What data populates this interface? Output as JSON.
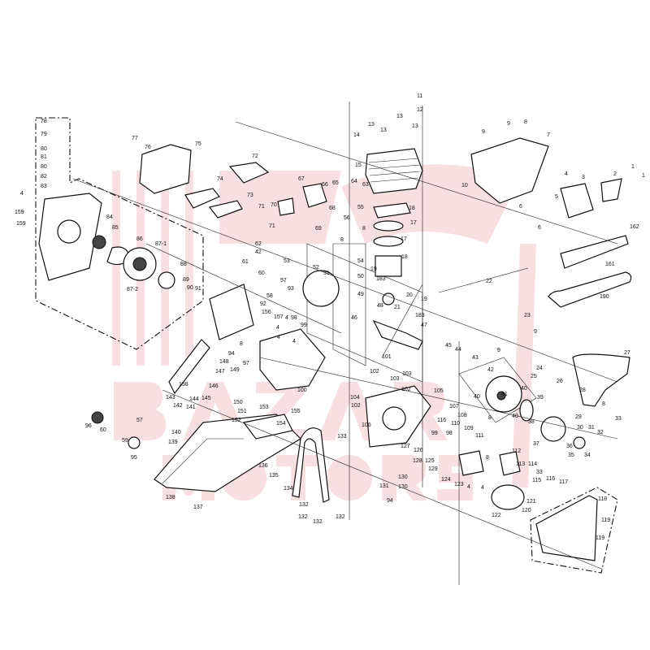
{
  "diagram": {
    "title": "Chainsaw exploded parts diagram",
    "watermark": [
      "BAZAR",
      "MOTORS"
    ],
    "watermark_color": "#f3c4c8",
    "part_labels": [
      "78",
      "79",
      "80",
      "81",
      "80",
      "82",
      "83",
      "4",
      "159",
      "159",
      "84",
      "85",
      "86",
      "87-1",
      "88",
      "87-2",
      "89",
      "90",
      "91",
      "77",
      "76",
      "75",
      "72",
      "74",
      "73",
      "67",
      "66",
      "71",
      "70",
      "71",
      "69",
      "62",
      "42",
      "61",
      "53",
      "60",
      "57",
      "93",
      "58",
      "52",
      "51",
      "92",
      "156",
      "157",
      "4",
      "98",
      "99",
      "4",
      "4",
      "4",
      "94",
      "97",
      "8",
      "11",
      "12",
      "13",
      "13",
      "13",
      "13",
      "14",
      "15",
      "65",
      "64",
      "63",
      "68",
      "55",
      "56",
      "8",
      "8",
      "54",
      "50",
      "19",
      "183",
      "18",
      "17",
      "17",
      "18",
      "19",
      "20",
      "21",
      "183",
      "48",
      "49",
      "46",
      "47",
      "22",
      "10",
      "9",
      "9",
      "8",
      "7",
      "4",
      "3",
      "2",
      "1",
      "1",
      "5",
      "6",
      "6",
      "162",
      "161",
      "190",
      "23",
      "9",
      "9",
      "45",
      "44",
      "43",
      "42",
      "40",
      "41",
      "40",
      "39",
      "40",
      "38",
      "27",
      "26",
      "28",
      "8",
      "29",
      "30",
      "31",
      "32",
      "33",
      "37",
      "36",
      "35",
      "34",
      "25",
      "24",
      "101",
      "102",
      "103",
      "103",
      "102",
      "104",
      "102",
      "105",
      "106",
      "107",
      "108",
      "110",
      "116",
      "109",
      "99",
      "98",
      "8",
      "111",
      "133",
      "127",
      "126",
      "125",
      "128",
      "129",
      "130",
      "130",
      "131",
      "94",
      "124",
      "123",
      "4",
      "4",
      "8",
      "112",
      "113",
      "114",
      "33",
      "115",
      "116",
      "117",
      "118",
      "122",
      "120",
      "121",
      "119",
      "119",
      "96",
      "60",
      "57",
      "59",
      "95",
      "158",
      "147",
      "148",
      "149",
      "146",
      "143",
      "142",
      "141",
      "144",
      "145",
      "150",
      "151",
      "152",
      "153",
      "155",
      "154",
      "140",
      "139",
      "100",
      "138",
      "137",
      "136",
      "135",
      "134",
      "132",
      "132",
      "132",
      "132"
    ]
  }
}
